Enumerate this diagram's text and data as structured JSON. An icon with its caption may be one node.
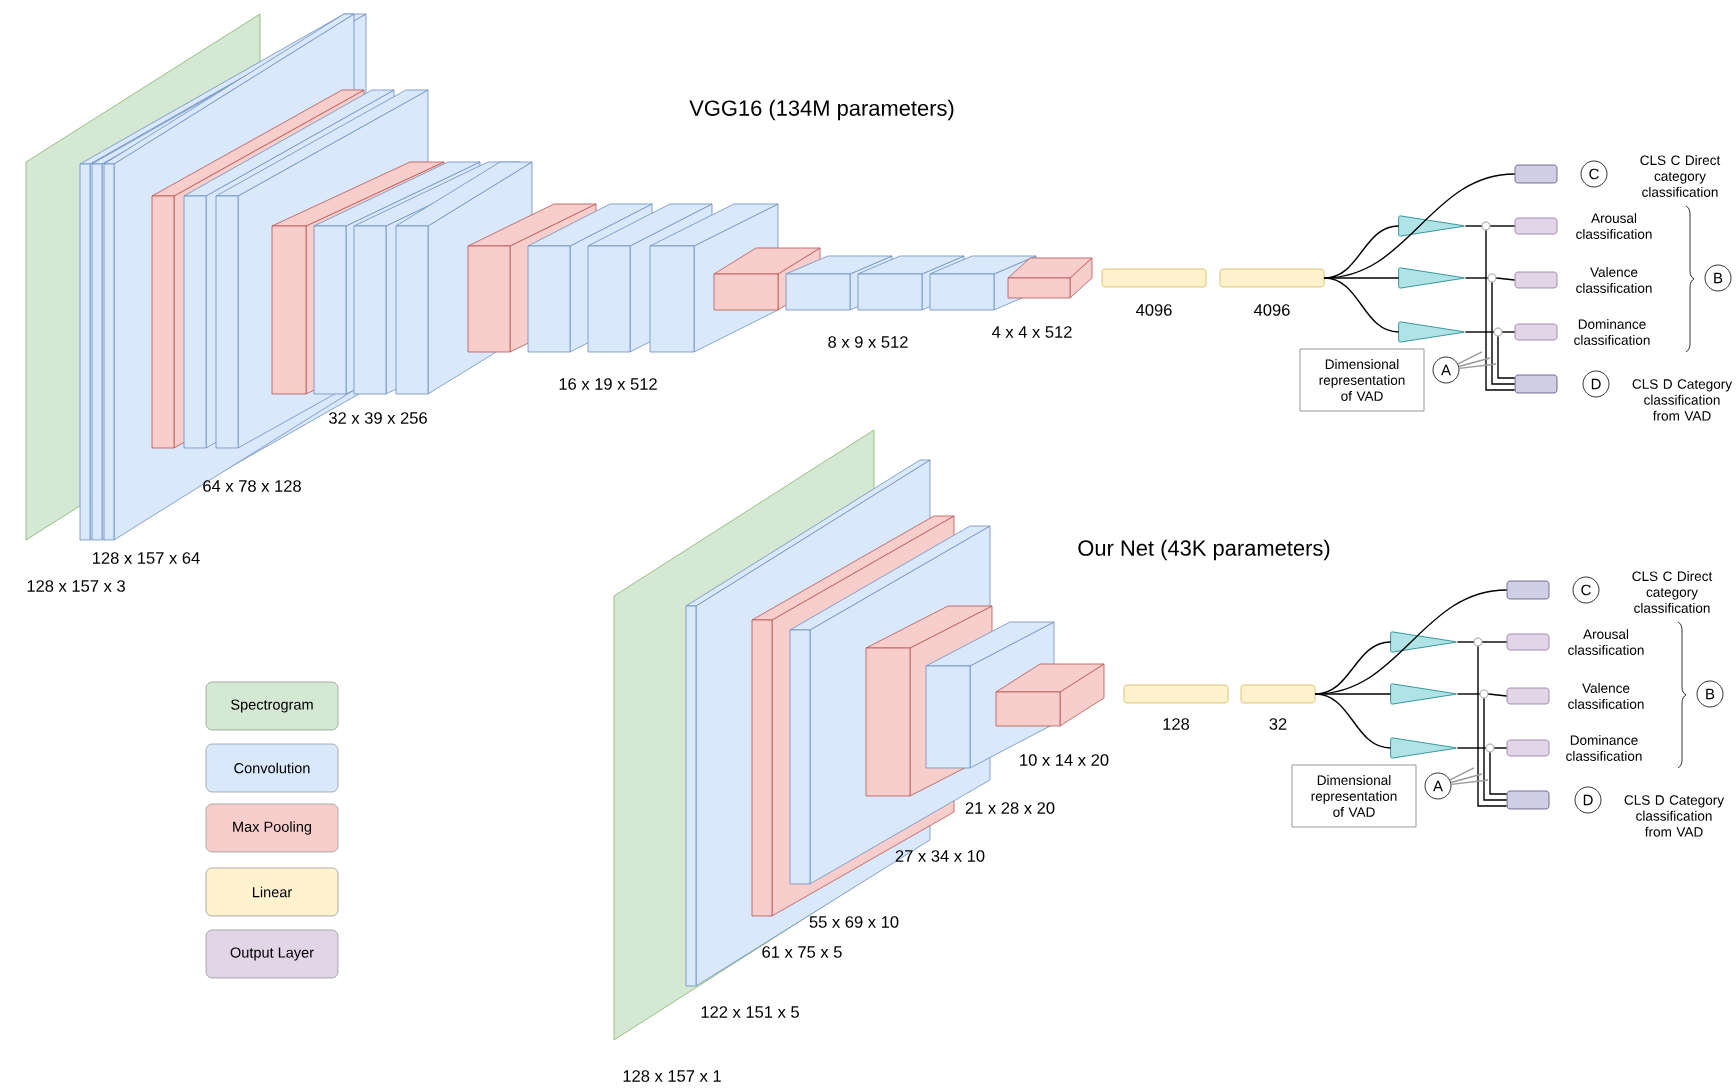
{
  "diagram": {
    "nodes": [
      {
        "text": [],
        "shape": "box",
        "beside": [
          "4096"
        ]
      },
      {
        "text": [],
        "shape": "box",
        "beside": [
          "4096"
        ]
      },
      {
        "text": [],
        "shape": "triangle"
      },
      {
        "text": [],
        "shape": "triangle"
      },
      {
        "text": [],
        "shape": "triangle"
      },
      {
        "text": [],
        "shape": "circle"
      },
      {
        "text": [],
        "shape": "circle"
      },
      {
        "text": [],
        "shape": "circle"
      },
      {
        "text": [],
        "shape": "box"
      },
      {
        "text": [
          "C"
        ],
        "beside": [
          "CLS C Direct category classification"
        ]
      },
      {
        "text": [],
        "shape": "box",
        "beside": [
          "Arousal classification"
        ]
      },
      {
        "text": [],
        "shape": "box",
        "beside": [
          "Valence classification"
        ]
      },
      {
        "text": [],
        "shape": "box",
        "beside": [
          "Dominance classification"
        ]
      },
      {
        "text": [
          "B"
        ]
      },
      {
        "text": [
          "Dimensional representation of VAD"
        ]
      },
      {
        "text": [
          "A"
        ]
      },
      {
        "text": [],
        "shape": "box"
      },
      {
        "text": [
          "D"
        ],
        "beside": [
          "CLS D Category classification from VAD"
        ]
      },
      {
        "text": [],
        "shape": "box",
        "beside": [
          "128"
        ]
      },
      {
        "text": [],
        "shape": "box",
        "beside": [
          "32"
        ]
      },
      {
        "text": [],
        "shape": "triangle"
      },
      {
        "text": [],
        "shape": "triangle"
      },
      {
        "text": [],
        "shape": "triangle"
      },
      {
        "text": [],
        "shape": "circle"
      },
      {
        "text": [],
        "shape": "circle"
      },
      {
        "text": [],
        "shape": "circle"
      },
      {
        "text": [],
        "shape": "box"
      },
      {
        "text": [
          "C"
        ],
        "beside": [
          "CLS C Direct category classification"
        ]
      },
      {
        "text": [],
        "shape": "box",
        "beside": [
          "Arousal classification"
        ]
      },
      {
        "text": [],
        "shape": "box",
        "beside": [
          "Valence classification"
        ]
      },
      {
        "text": [],
        "shape": "box",
        "beside": [
          "Dominance classification"
        ]
      },
      {
        "text": [
          "B"
        ]
      },
      {
        "text": [
          "Dimensional representation of VAD"
        ]
      },
      {
        "text": [
          "A"
        ]
      },
      {
        "text": [],
        "shape": "box"
      },
      {
        "text": [
          "D"
        ],
        "beside": [
          "CLS D Category classification from VAD"
        ]
      }
    ],
    "edges": [
      {
        "from": 1,
        "to": 8,
        "arrow": "none"
      },
      {
        "from": 1,
        "to": 2,
        "arrow": "none"
      },
      {
        "from": 1,
        "to": 3,
        "arrow": "none"
      },
      {
        "from": 1,
        "to": 4,
        "arrow": "none"
      },
      {
        "from": 2,
        "to": 5,
        "arrow": "none"
      },
      {
        "from": 3,
        "to": 6,
        "arrow": "none"
      },
      {
        "from": 4,
        "to": 7,
        "arrow": "none"
      },
      {
        "from": 5,
        "to": 10,
        "arrow": "none"
      },
      {
        "from": 6,
        "to": 11,
        "arrow": "none"
      },
      {
        "from": 7,
        "to": 12,
        "arrow": "none"
      },
      {
        "from": 5,
        "to": 16,
        "arrow": "none"
      },
      {
        "from": 6,
        "to": 16,
        "arrow": "none"
      },
      {
        "from": 7,
        "to": 16,
        "arrow": "none"
      },
      {
        "from": 15,
        "to": 7,
        "arrow": "none",
        "color": "#999999"
      },
      {
        "from": 15,
        "to": 7,
        "arrow": "none",
        "color": "#999999"
      },
      {
        "from": 15,
        "to": 16,
        "arrow": "none",
        "color": "#999999"
      },
      {
        "from": 19,
        "to": 26,
        "arrow": "none"
      },
      {
        "from": 19,
        "to": 20,
        "arrow": "none"
      },
      {
        "from": 19,
        "to": 21,
        "arrow": "none"
      },
      {
        "from": 19,
        "to": 22,
        "arrow": "none"
      },
      {
        "from": 20,
        "to": 23,
        "arrow": "none"
      },
      {
        "from": 21,
        "to": 24,
        "arrow": "none"
      },
      {
        "from": 22,
        "to": 25,
        "arrow": "none"
      },
      {
        "from": 23,
        "to": 28,
        "arrow": "none"
      },
      {
        "from": 24,
        "to": 29,
        "arrow": "none"
      },
      {
        "from": 25,
        "to": 30,
        "arrow": "none"
      },
      {
        "from": 23,
        "to": 34,
        "arrow": "none"
      },
      {
        "from": 24,
        "to": 34,
        "arrow": "none"
      },
      {
        "from": 25,
        "to": 34,
        "arrow": "none"
      },
      {
        "from": 33,
        "to": 25,
        "arrow": "none",
        "color": "#999999"
      },
      {
        "from": 33,
        "to": 25,
        "arrow": "none",
        "color": "#999999"
      },
      {
        "from": 33,
        "to": 34,
        "arrow": "none",
        "color": "#999999"
      }
    ],
    "labels": [
      "VGG16 (134M parameters)",
      "128 x 157 x 64",
      "128 x 157 x 3",
      "64 x 78 x 128",
      "32 x 39 x 256",
      "16 x 19 x 512",
      "8 x 9 x 512",
      "4 x 4 x 512",
      "Our Net (43K parameters)",
      "10 x 14 x 20",
      "21 x 28 x 20",
      "27 x 34 x 10",
      "55 x 69 x 10",
      "61 x 75 x 5",
      "122 x 151 x 5",
      "128 x 157 x 1"
    ],
    "legend": [
      {
        "text": "Spectrogram",
        "color": "#d5e8d4"
      },
      {
        "text": "Convolution",
        "color": "#dae8fc"
      },
      {
        "text": "Max Pooling",
        "color": "#f8cecc"
      },
      {
        "text": "Linear",
        "color": "#fff2cc"
      },
      {
        "text": "Output Layer",
        "color": "#e1d5e7"
      }
    ]
  }
}
